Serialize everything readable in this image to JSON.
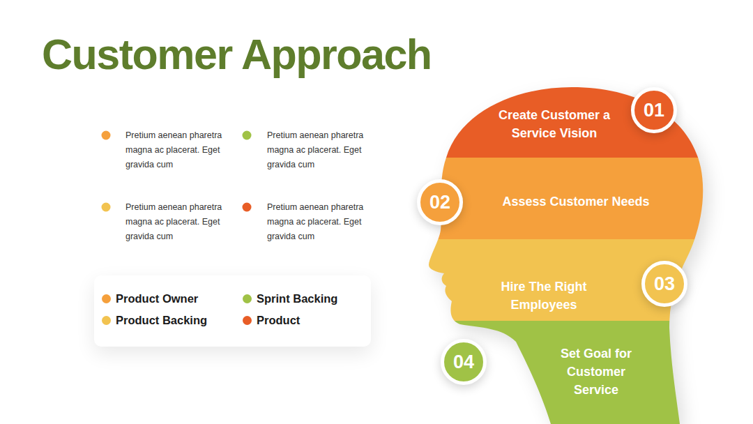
{
  "diagram": {
    "title": "Customer Approach",
    "nodes": [
      {
        "text": [
          "Create Customer a Service Vision"
        ]
      },
      {
        "text": [
          "Assess Customer Needs"
        ]
      },
      {
        "text": [
          "Hire The Right Employees"
        ]
      },
      {
        "text": [
          "Set Goal for Customer Service"
        ]
      }
    ],
    "labels": [
      "Pretium aenean pharetra magna ac placerat. Eget gravida cum",
      "Pretium aenean pharetra magna ac placerat. Eget gravida cum",
      "Pretium aenean pharetra magna ac placerat. Eget gravida cum",
      "Pretium aenean pharetra magna ac placerat. Eget gravida cum",
      "01",
      "02",
      "03",
      "04"
    ],
    "legend": [
      {
        "text": "Product Owner",
        "color": "#f5a03c"
      },
      {
        "text": "Sprint Backing",
        "color": "#a0c246"
      },
      {
        "text": "Product Backing",
        "color": "#f2c350"
      },
      {
        "text": "Product",
        "color": "#e85d26"
      }
    ]
  }
}
